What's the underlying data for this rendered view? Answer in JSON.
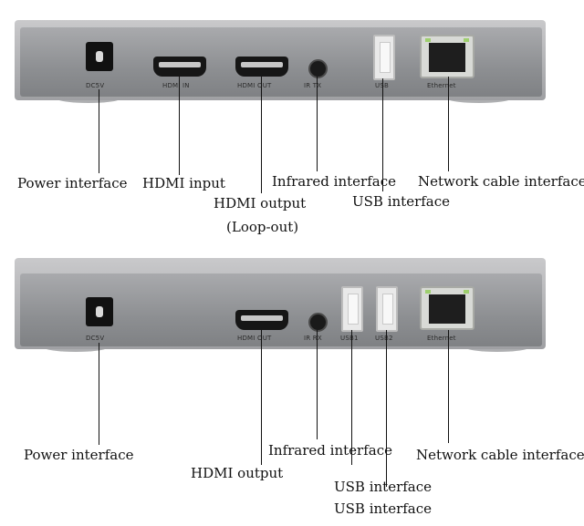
{
  "top_device": {
    "port_labels": {
      "dc": "DC5V",
      "hdmi_in": "HDMI IN",
      "hdmi_out": "HDMI OUT",
      "ir": "IR TX",
      "usb": "USB",
      "ethernet": "Ethernet"
    },
    "callouts": {
      "power": "Power interface",
      "hdmi_input": "HDMI input",
      "hdmi_output": "HDMI output",
      "loop_out": "(Loop-out)",
      "infrared": "Infrared interface",
      "usb": "USB interface",
      "network": "Network cable interface"
    }
  },
  "bottom_device": {
    "port_labels": {
      "dc": "DC5V",
      "hdmi_out": "HDMI OUT",
      "ir": "IR RX",
      "usb1": "USB1",
      "usb2": "USB2",
      "ethernet": "Ethernet"
    },
    "callouts": {
      "power": "Power interface",
      "hdmi_output": "HDMI output",
      "infrared": "Infrared interface",
      "usb1": "USB interface",
      "usb2": "USB interface",
      "network": "Network cable interface"
    }
  },
  "colors": {
    "chassis_top": "#c9c9cb",
    "chassis_face": "#8d8f92",
    "port_dark": "#161616",
    "led": "#9ecf6e"
  }
}
